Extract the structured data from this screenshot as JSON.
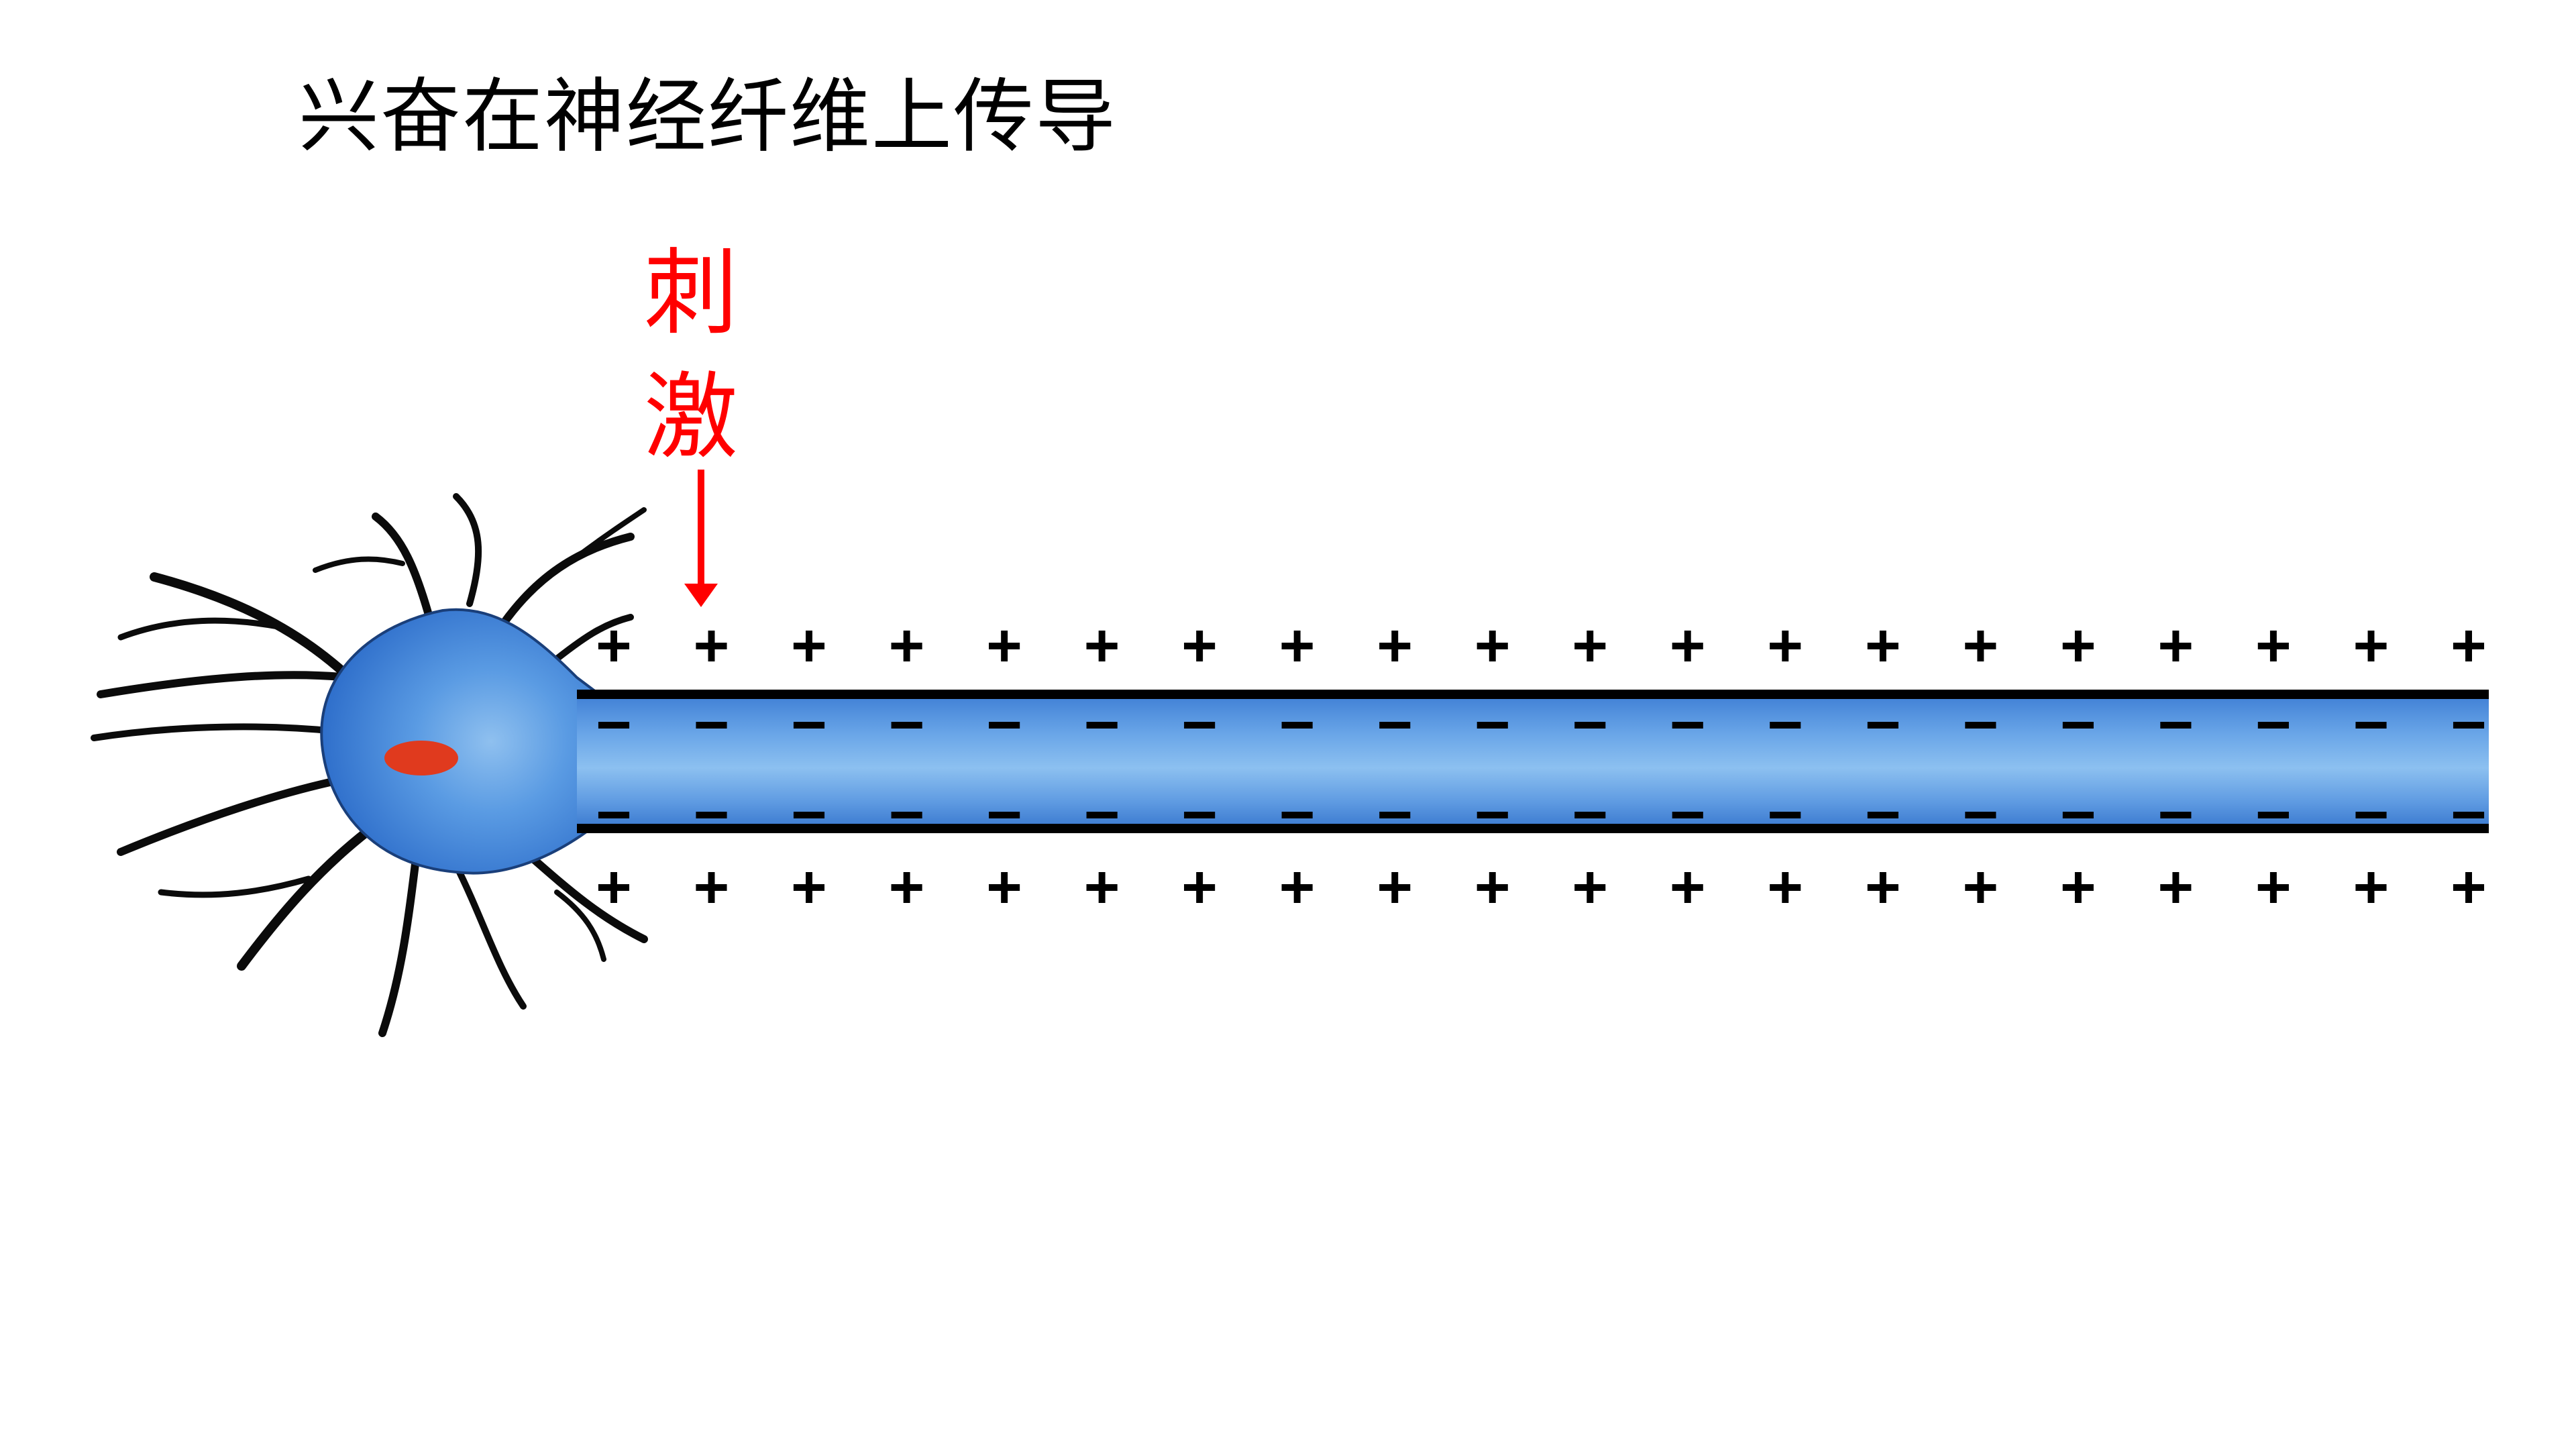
{
  "slide": {
    "title": "兴奋在神经纤维上传导",
    "stimulus_label_line1": "刺",
    "stimulus_label_line2": "激"
  },
  "membrane": {
    "outer_charge": "+",
    "inner_charge": "−",
    "outer_count_top": 20,
    "outer_count_bottom": 20,
    "inner_count_top": 20,
    "inner_count_bottom": 20
  },
  "colors": {
    "title": "#000000",
    "stimulus": "#ff0000",
    "neuron_body": "#3b7fd6",
    "neuron_light": "#8fc0ef",
    "nucleus": "#e03a1e",
    "membrane": "#000000"
  },
  "icons": {
    "stimulus_arrow": "arrow-down-icon"
  }
}
